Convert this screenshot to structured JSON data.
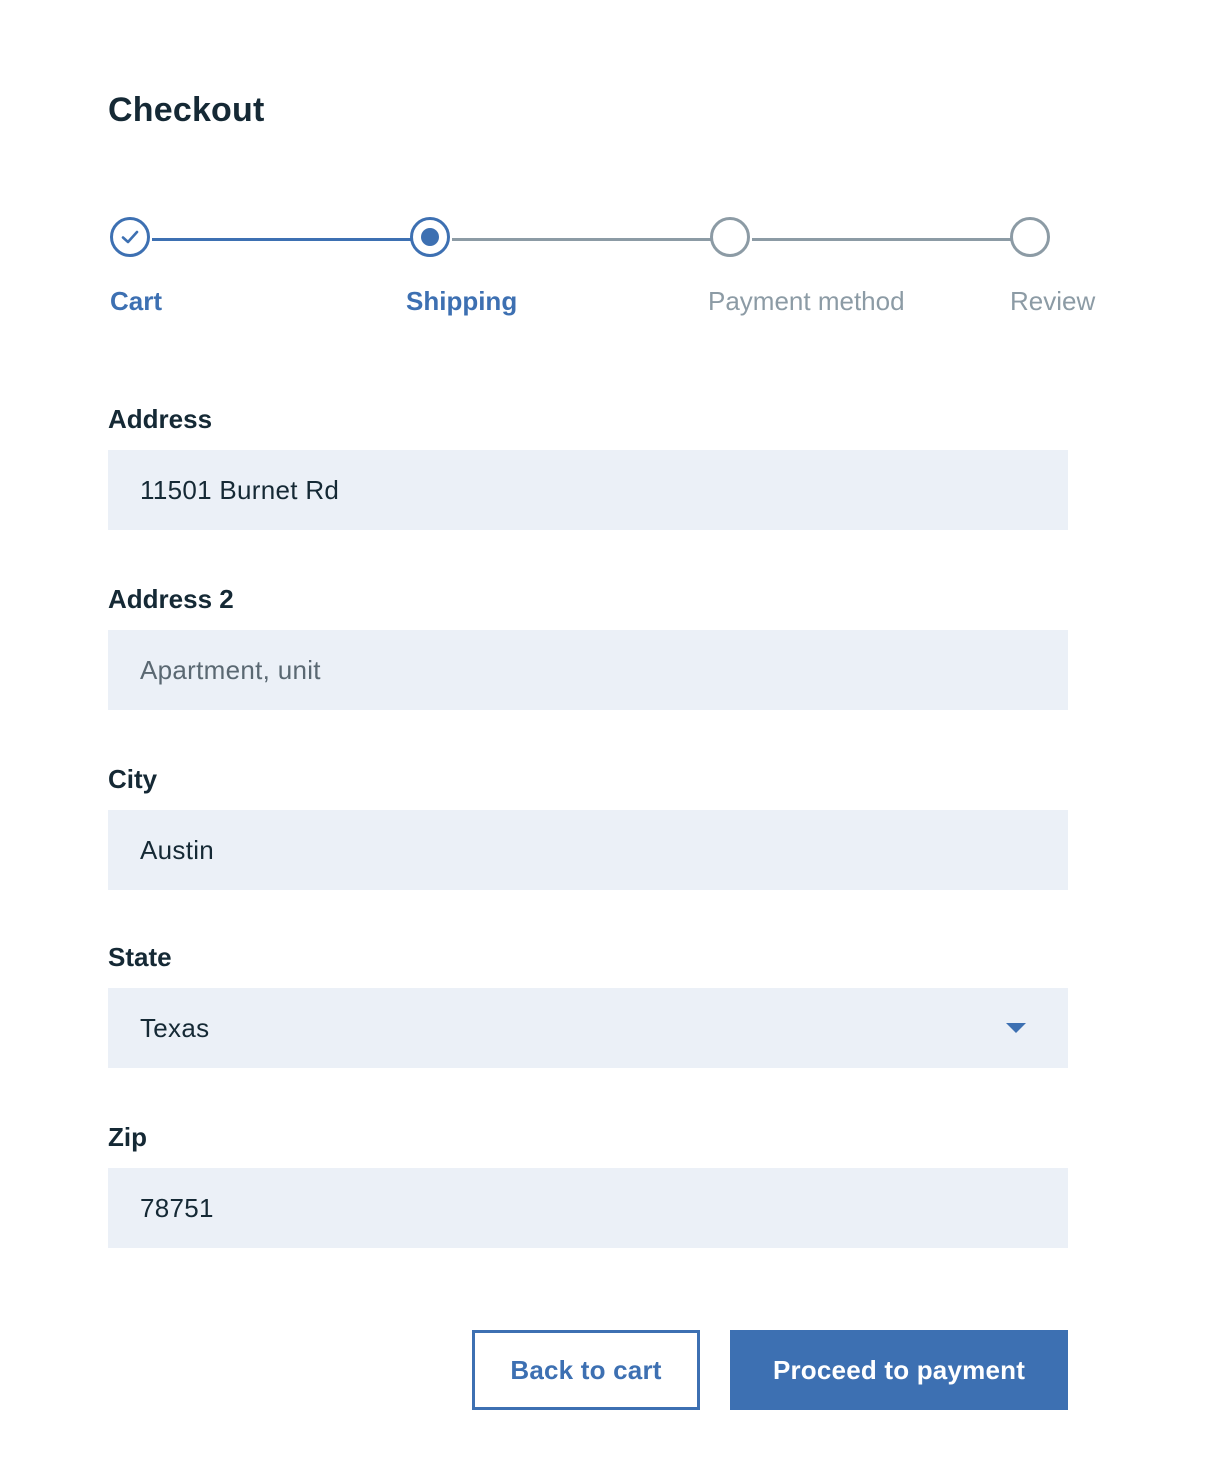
{
  "page": {
    "title": "Checkout"
  },
  "progress": {
    "steps": [
      {
        "label": "Cart",
        "status": "complete",
        "icon": "checkmark-icon"
      },
      {
        "label": "Shipping",
        "status": "current",
        "icon": "current-dot-icon"
      },
      {
        "label": "Payment method",
        "status": "incomplete",
        "icon": "empty-circle-icon"
      },
      {
        "label": "Review",
        "status": "incomplete",
        "icon": "empty-circle-icon"
      }
    ]
  },
  "form": {
    "address": {
      "label": "Address",
      "value": "11501 Burnet Rd",
      "placeholder": ""
    },
    "address2": {
      "label": "Address 2",
      "value": "",
      "placeholder": "Apartment, unit"
    },
    "city": {
      "label": "City",
      "value": "Austin",
      "placeholder": ""
    },
    "state": {
      "label": "State",
      "value": "Texas",
      "icon": "chevron-down-icon"
    },
    "zip": {
      "label": "Zip",
      "value": "78751",
      "placeholder": ""
    }
  },
  "actions": {
    "back_label": "Back to cart",
    "proceed_label": "Proceed to payment"
  },
  "colors": {
    "accent": "#3d70b2",
    "text": "#152935",
    "inactive": "#8c9ba5",
    "field_background": "#ebf0f7"
  }
}
